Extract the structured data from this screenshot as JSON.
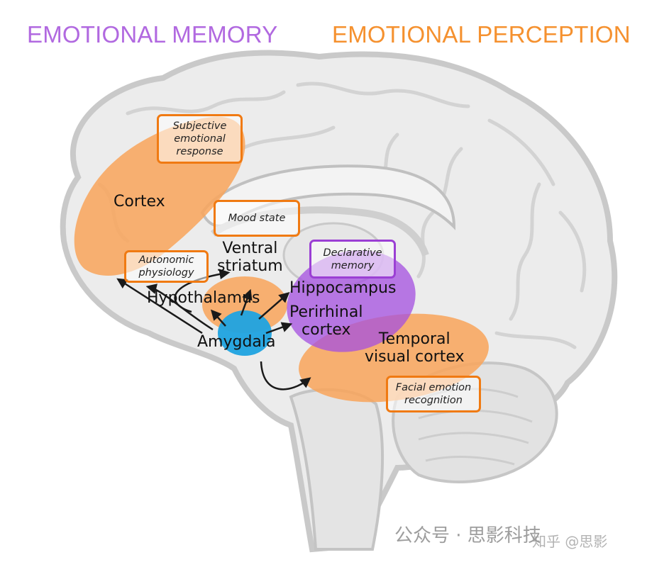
{
  "headings": {
    "left": "EMOTIONAL MEMORY",
    "right": "EMOTIONAL PERCEPTION"
  },
  "regions": {
    "cortex": "Cortex",
    "ventral_striatum": [
      "Ventral",
      "striatum"
    ],
    "hypothalamus": "Hypothalamus",
    "amygdala": "Amygdala",
    "hippocampus": "Hippocampus",
    "perirhinal_cortex": [
      "Perirhinal",
      "cortex"
    ],
    "temporal_visual_cortex": [
      "Temporal",
      "visual cortex"
    ]
  },
  "notes": {
    "subjective_emotional_response": [
      "Subjective",
      "emotional",
      "response"
    ],
    "mood_state": "Mood state",
    "autonomic_physiology": [
      "Autonomic",
      "physiology"
    ],
    "declarative_memory": [
      "Declarative",
      "memory"
    ],
    "facial_emotion_recognition": [
      "Facial emotion",
      "recognition"
    ]
  },
  "colors": {
    "memory": "#b169e0",
    "perception": "#f5912f",
    "orange_region": "#f9a55a",
    "purple_region": "#a44fe0",
    "amygdala": "#1fa3e0",
    "brain_fill": "#ececec",
    "brain_outline": "#c8c8c8"
  },
  "watermark": {
    "text": "公众号 · 思影科技",
    "secondary": "知乎 @思影"
  }
}
